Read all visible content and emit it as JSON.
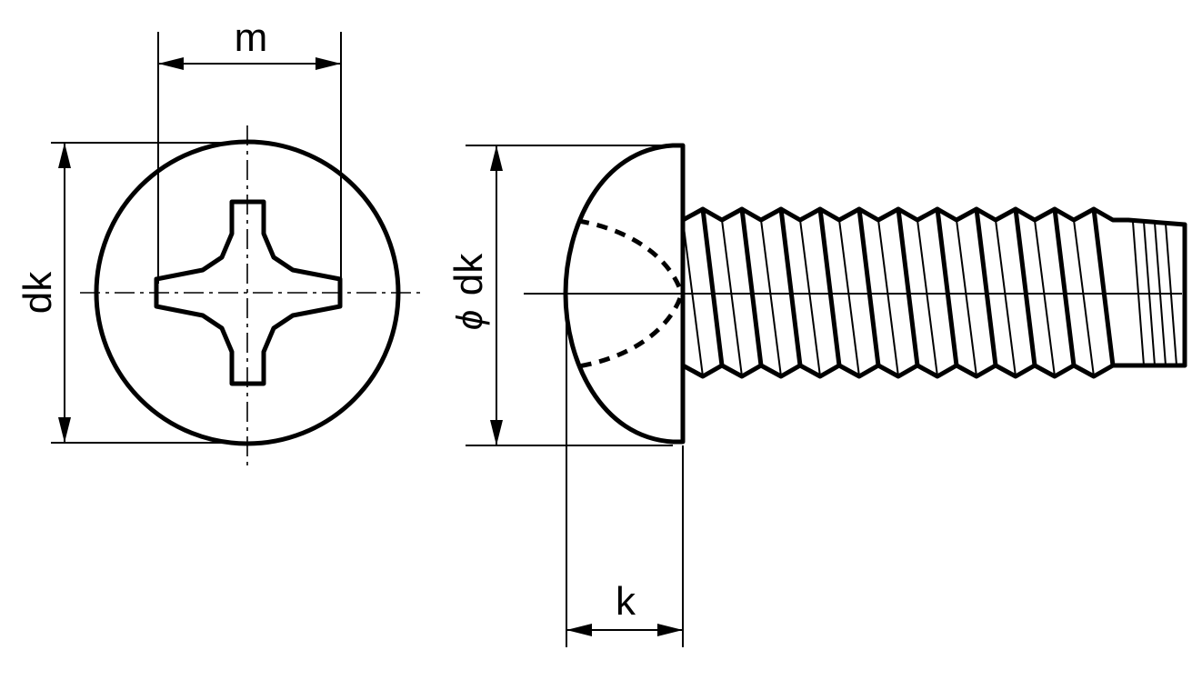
{
  "drawing": {
    "labels": {
      "m": "m",
      "dk": "dk",
      "phi_symbol": "ϕ",
      "phi_dk": "dk",
      "k": "k"
    },
    "colors": {
      "line": "#000000",
      "background": "#ffffff"
    }
  }
}
